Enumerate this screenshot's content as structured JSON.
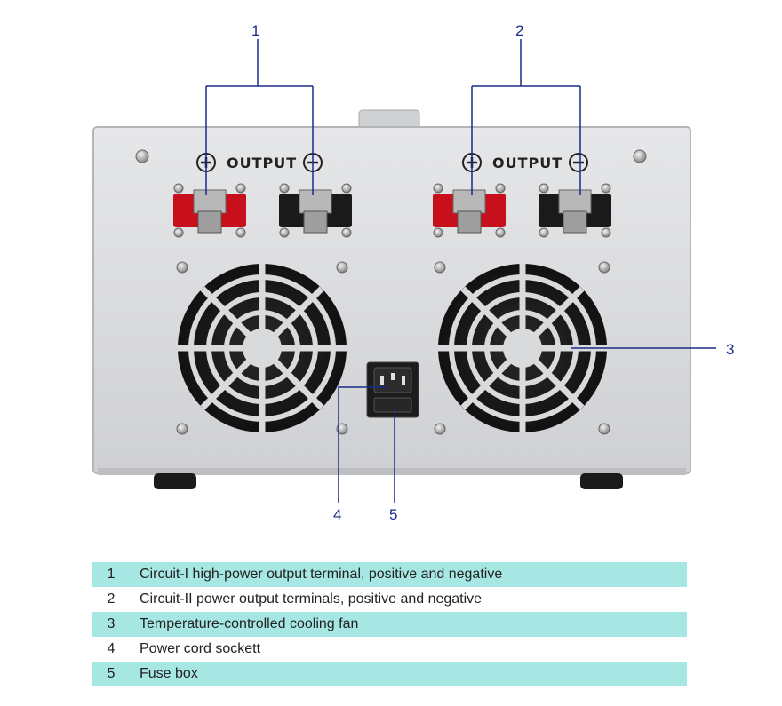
{
  "panel": {
    "label_left": "OUTPUT",
    "label_right": "OUTPUT"
  },
  "callouts": {
    "c1": "1",
    "c2": "2",
    "c3": "3",
    "c4": "4",
    "c5": "5"
  },
  "legend": [
    {
      "num": "1",
      "text": "Circuit-I high-power output terminal, positive and negative",
      "highlight": true
    },
    {
      "num": "2",
      "text": "Circuit-II power output terminals, positive and negative",
      "highlight": false
    },
    {
      "num": "3",
      "text": "Temperature-controlled cooling fan",
      "highlight": true
    },
    {
      "num": "4",
      "text": "Power cord sockett",
      "highlight": false
    },
    {
      "num": "5",
      "text": "Fuse box",
      "highlight": true
    }
  ],
  "colors": {
    "callout_line": "#1a2a8c",
    "legend_highlight": "#a6e7e4",
    "panel_face": "#d9dadc",
    "terminal_red": "#c8101c",
    "terminal_black": "#1a1a1a"
  }
}
